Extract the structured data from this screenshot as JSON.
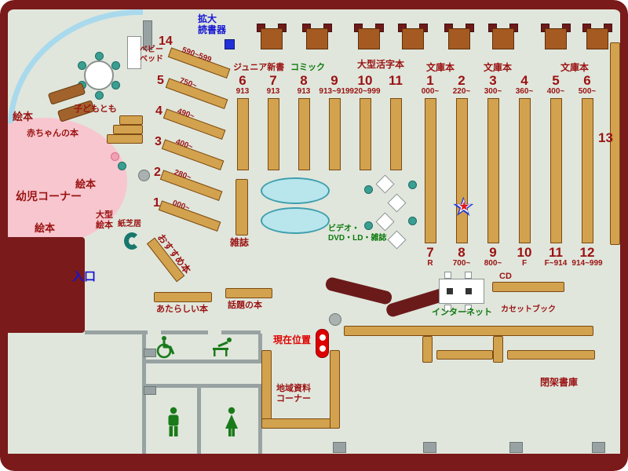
{
  "labels": {
    "magnifier": "拡大\n読書器",
    "baby_bed": "ベビー\nベッド",
    "junior_shinsho": "ジュニア新書",
    "comic": "コミック",
    "large_print": "大型活字本",
    "bunko_a": "文庫本",
    "bunko_b": "文庫本",
    "bunko_c": "文庫本",
    "kodomo": "子どもとも",
    "baby_books": "赤ちゃんの本",
    "ehon_a": "絵本",
    "ehon_b": "絵本",
    "ehon_c": "絵本",
    "infant_corner": "幼児コーナー",
    "large_ehon": "大型\n絵本",
    "kamishibai": "紙芝居",
    "osusume": "おすすめ本",
    "entrance": "入口",
    "zasshi": "雑誌",
    "video": "ビデオ・\nDVD・LD・雑誌",
    "new_books": "あたらしい本",
    "topic_books": "話題の本",
    "current_pos": "現在位置",
    "internet": "インターネット",
    "cd": "CD",
    "cassette": "カセットブック",
    "local_docs": "地域資料\nコーナー",
    "closed_stacks": "閉架書庫",
    "sec13": "13",
    "sec14": "14"
  },
  "diagonal": [
    {
      "no": "",
      "range": "590~599"
    },
    {
      "no": "5",
      "range": "750~"
    },
    {
      "no": "4",
      "range": "490~"
    },
    {
      "no": "3",
      "range": "400~"
    },
    {
      "no": "2",
      "range": "280~"
    },
    {
      "no": "1",
      "range": "000~"
    }
  ],
  "stacks_left": [
    {
      "no": "6",
      "range": "913"
    },
    {
      "no": "7",
      "range": "913"
    },
    {
      "no": "8",
      "range": "913"
    },
    {
      "no": "9",
      "range": "913~919"
    },
    {
      "no": "10",
      "range": "920~999"
    },
    {
      "no": "11",
      "range": ""
    }
  ],
  "stacks_right_top": [
    {
      "no": "1",
      "range": "000~"
    },
    {
      "no": "2",
      "range": "220~"
    },
    {
      "no": "3",
      "range": "300~"
    },
    {
      "no": "4",
      "range": "360~"
    },
    {
      "no": "5",
      "range": "400~"
    },
    {
      "no": "6",
      "range": "500~"
    }
  ],
  "stacks_right_bottom": [
    {
      "no": "7",
      "range": "R"
    },
    {
      "no": "8",
      "range": "700~"
    },
    {
      "no": "9",
      "range": "800~"
    },
    {
      "no": "10",
      "range": "F"
    },
    {
      "no": "11",
      "range": "F~914"
    },
    {
      "no": "12",
      "range": "914~999"
    }
  ],
  "colors": {
    "wall": "#7a1a1a",
    "shelf": "#d2a24e",
    "label_red": "#9a1212",
    "label_green": "#0e7a0e",
    "label_blue": "#1414d2",
    "marker_red": "#dd0000",
    "pink_area": "#f7c6ce",
    "arc_blue": "#a9d9ec",
    "table_brown": "#a55a22",
    "seat_teal": "#3a9e92"
  }
}
